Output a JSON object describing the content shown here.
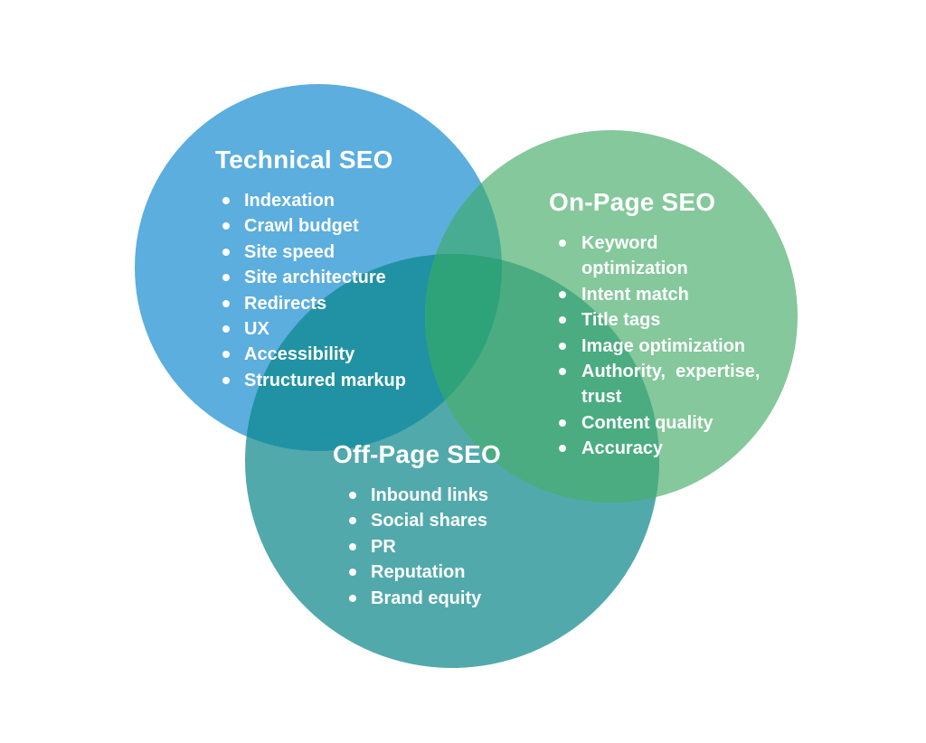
{
  "venn": {
    "type": "venn-diagram",
    "text_color": "#FFFFFF",
    "background_color": "#FFFFFF",
    "circles": [
      {
        "id": "technical",
        "title": "Technical SEO",
        "color": "#5BAEDE",
        "items": [
          "Indexation",
          "Crawl budget",
          "Site speed",
          "Site architecture",
          "Redirects",
          "UX",
          "Accessibility",
          "Structured markup"
        ]
      },
      {
        "id": "onpage",
        "title": "On-Page SEO",
        "color": "#84C89B",
        "items": [
          "Keyword\noptimization",
          "Intent match",
          "Title tags",
          "Image optimization",
          "Authority,  expertise,\ntrust",
          "Content quality",
          "Accuracy"
        ]
      },
      {
        "id": "offpage",
        "title": "Off-Page SEO",
        "color": "#52A9AC",
        "items": [
          "Inbound links",
          "Social shares",
          "PR",
          "Reputation",
          "Brand equity"
        ]
      }
    ],
    "overlap_colors": {
      "technical_onpage": "#47AC92",
      "technical_offpage": "#2192A4",
      "onpage_offpage": "#4AAC80",
      "all_three": "#2EA37A"
    }
  }
}
